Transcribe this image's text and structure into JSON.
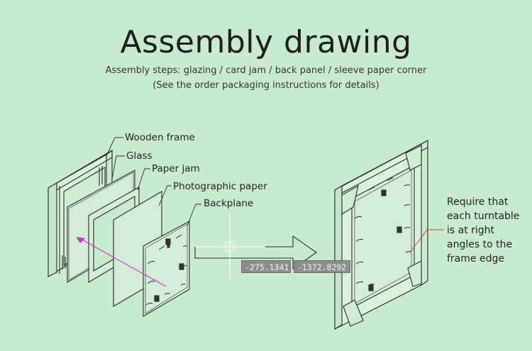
{
  "title": "Assembly drawing",
  "subtitle_line1": "Assembly steps: glazing / card jam / back panel / sleeve paper corner",
  "subtitle_line2": "(See the order packaging instructions for details)",
  "labels": {
    "wooden_frame": "Wooden frame",
    "glass": "Glass",
    "paper_jam": "Paper jam",
    "photographic_paper": "Photographic paper",
    "backplane": "Backplane"
  },
  "note": {
    "line1": "Require that",
    "line2": "each turntable",
    "line3": "is at right",
    "line4": "angles to the",
    "line5": "frame edge"
  },
  "coordinates": {
    "x": "-275.1341",
    "y": "-1372.8292"
  },
  "colors": {
    "background": "#c8ebd0",
    "line": "#2a2a2a",
    "axis_line": "#cc33cc",
    "leader_red": "#d04040",
    "coord_box": "#8d8d8d"
  }
}
